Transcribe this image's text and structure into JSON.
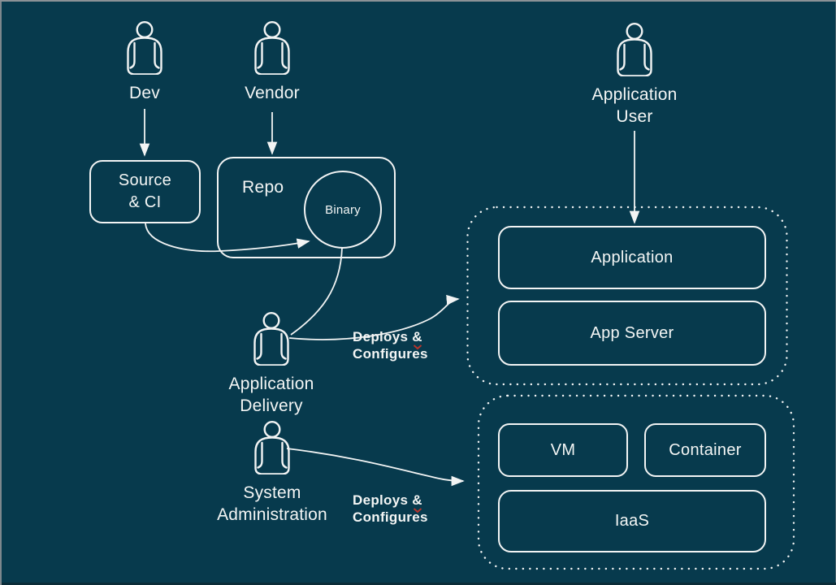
{
  "theme": {
    "background_color": "#073a4d",
    "line_color": "#f2f4f4",
    "text_color": "#f4f6f5",
    "spellcheck_color": "#b5352c"
  },
  "actors": {
    "dev": {
      "label": "Dev"
    },
    "vendor": {
      "label": "Vendor"
    },
    "application_user": {
      "line1": "Application",
      "line2": "User"
    },
    "application_delivery": {
      "line1": "Application",
      "line2": "Delivery"
    },
    "system_administration": {
      "line1": "System",
      "line2": "Administration"
    }
  },
  "nodes": {
    "source_ci": {
      "line1": "Source",
      "line2": "& CI"
    },
    "repo": {
      "label": "Repo"
    },
    "binary": {
      "label": "Binary"
    },
    "application": {
      "label": "Application"
    },
    "app_server": {
      "label": "App Server"
    },
    "vm": {
      "label": "VM"
    },
    "container": {
      "label": "Container"
    },
    "iaas": {
      "label": "IaaS"
    }
  },
  "edge_labels": {
    "top": {
      "word1": "Deploys",
      "amp": "&",
      "word2": "Configures"
    },
    "bottom": {
      "word1": "Deploys",
      "amp": "&",
      "word2": "Configures"
    }
  }
}
